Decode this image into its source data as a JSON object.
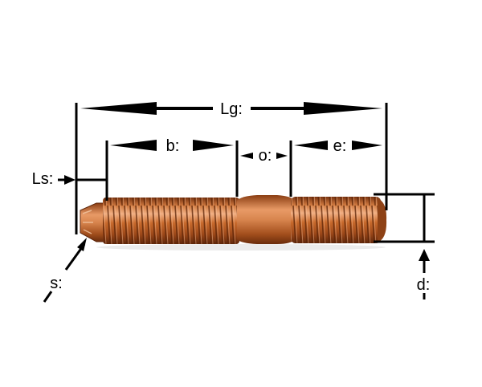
{
  "labels": {
    "lg": "Lg:",
    "b": "b:",
    "o": "o:",
    "e": "e:",
    "ls": "Ls:",
    "s": "s:",
    "d": "d:"
  },
  "colors": {
    "copper_dark": "#8a3d12",
    "copper_mid": "#c8692c",
    "copper_light": "#f0a878",
    "line": "#000000"
  }
}
